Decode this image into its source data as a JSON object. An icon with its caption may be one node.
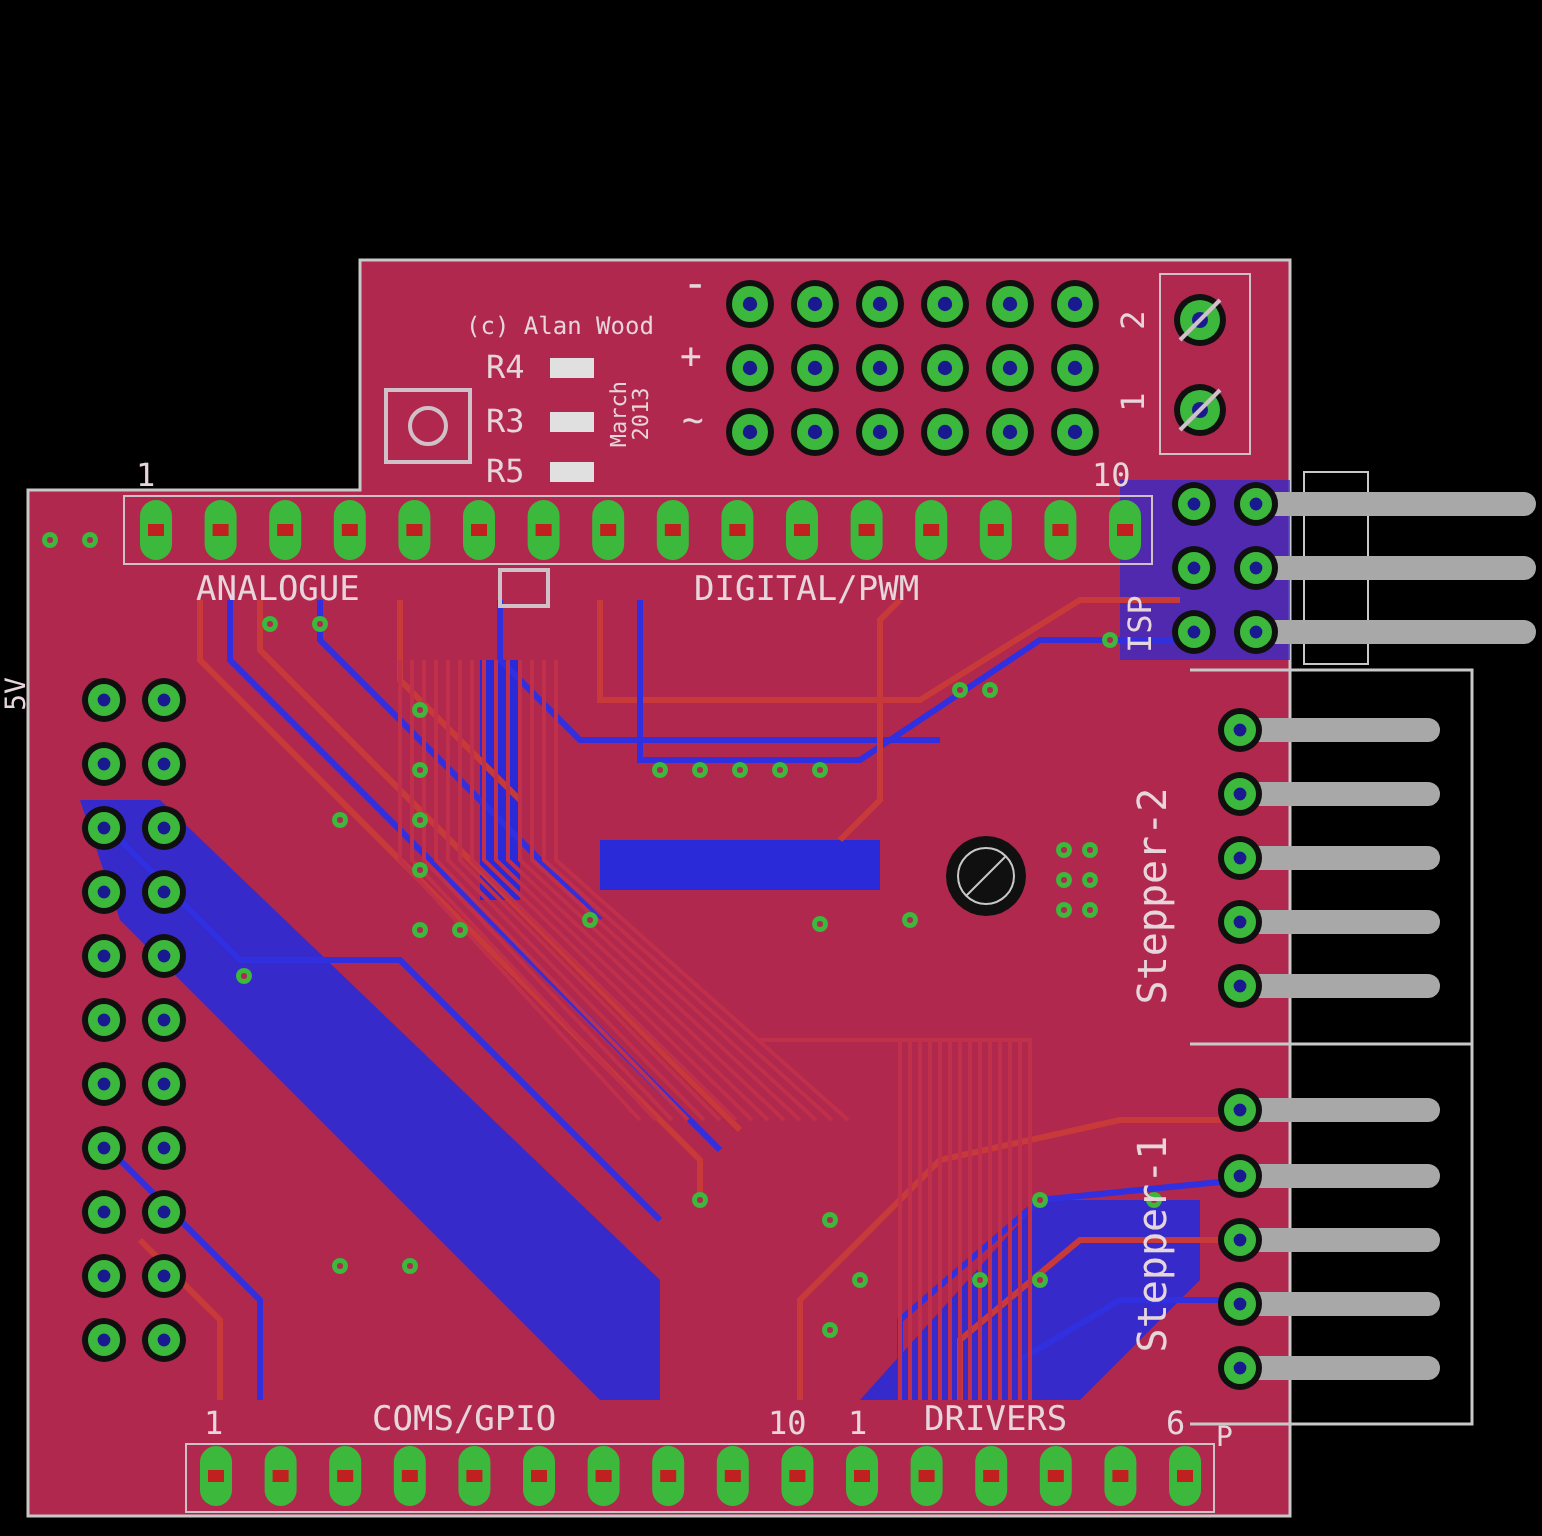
{
  "diagram": {
    "labels": [
      "(c) Alan Wood",
      "-",
      "+",
      "~",
      "R4",
      "R3",
      "R5",
      "March 2013",
      "2",
      "1",
      "1",
      "10",
      "ANALOGUE",
      "DIGITAL/PWM",
      "ISP",
      "Stepper-2",
      "Stepper-1",
      "5V",
      "1",
      "COMS/GPIO",
      "10",
      "1",
      "DRIVERS",
      "6",
      "P"
    ]
  }
}
